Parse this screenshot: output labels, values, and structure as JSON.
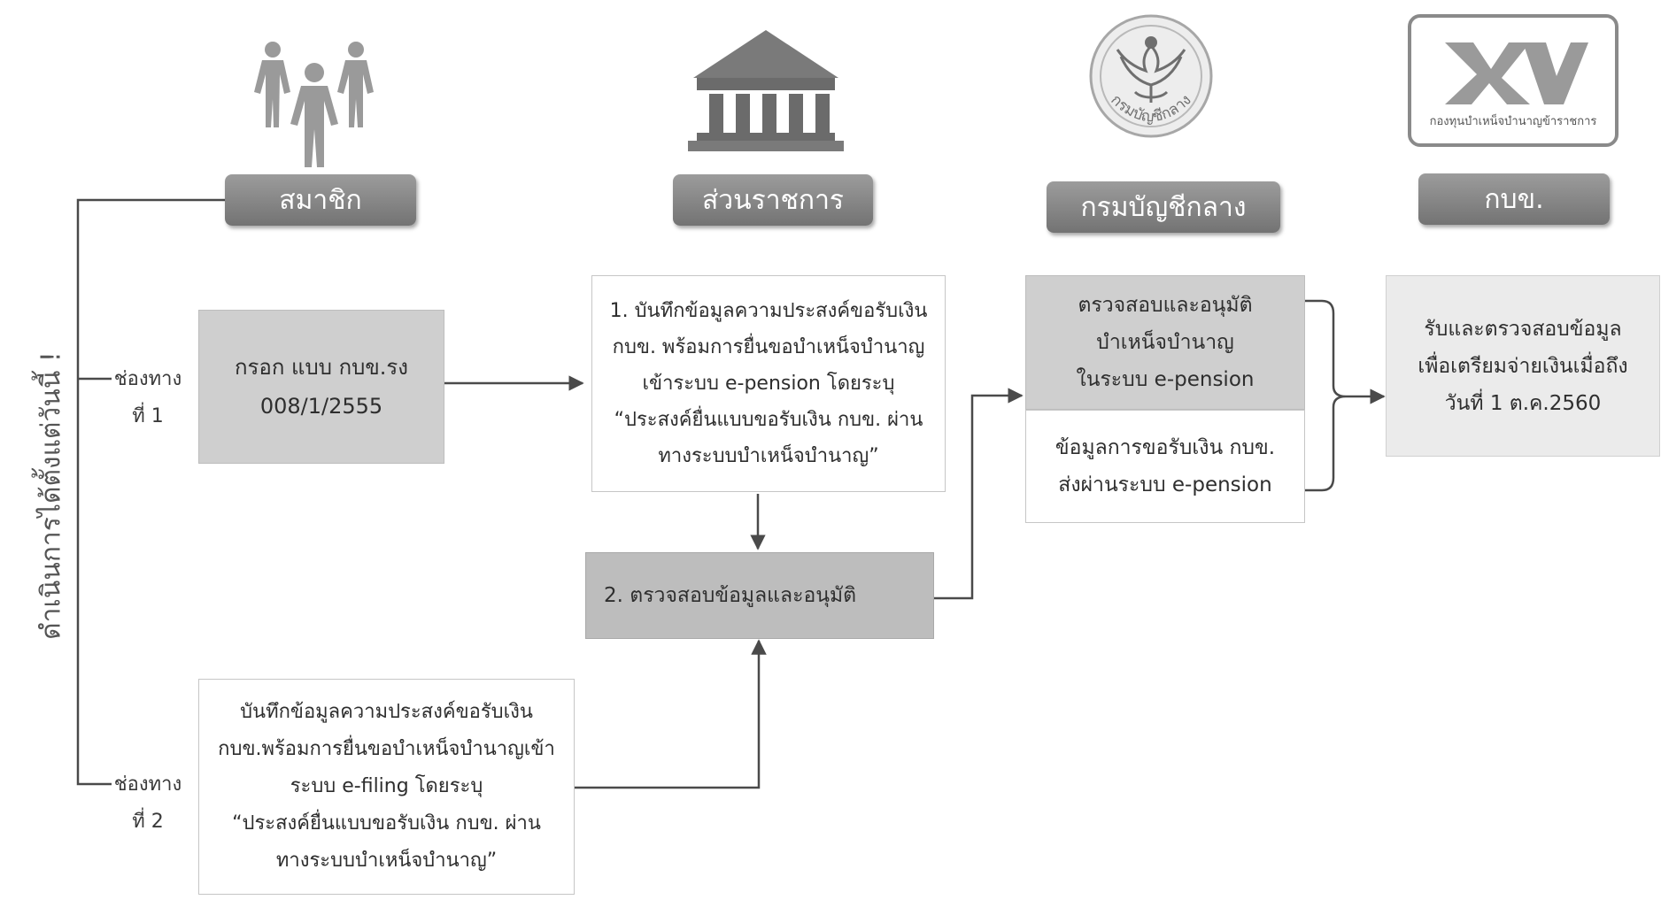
{
  "side_label": "ดำเนินการได้ตั้งแต่วันนี้ !",
  "columns": [
    {
      "header": "สมาชิก",
      "icon": "people-icon"
    },
    {
      "header": "ส่วนราชการ",
      "icon": "government-building-icon"
    },
    {
      "header": "กรมบัญชีกลาง",
      "icon": "comptroller-department-seal-icon",
      "seal_text": "กรมบัญชีกลาง"
    },
    {
      "header": "กบข.",
      "icon": "gpf-logo-icon",
      "logo_text": "กองทุนบำเหน็จบำนาญข้าราชการ"
    }
  ],
  "channels": [
    {
      "line1": "ช่องทาง",
      "line2": "ที่ 1"
    },
    {
      "line1": "ช่องทาง",
      "line2": "ที่ 2"
    }
  ],
  "boxes": {
    "member_form": [
      "กรอก แบบ กบข.รง",
      "008/1/2555"
    ],
    "agency_record": [
      "1. บันทึกข้อมูลความประสงค์ขอรับเงิน",
      "กบข. พร้อมการยื่นขอบำเหน็จบำนาญ",
      "เข้าระบบ e-pension โดยระบุ",
      "“ประสงค์ยื่นแบบขอรับเงิน กบข. ผ่าน",
      "ทางระบบบำเหน็จบำนาญ”"
    ],
    "agency_verify": [
      "2. ตรวจสอบข้อมูลและอนุมัติ"
    ],
    "cgd_approve": [
      "ตรวจสอบและอนุมัติ",
      "บำเหน็จบำนาญ",
      "ในระบบ e-pension"
    ],
    "cgd_send": [
      "ข้อมูลการขอรับเงิน กบข.",
      "ส่งผ่านระบบ e-pension"
    ],
    "gpf_receive": [
      "รับและตรวจสอบข้อมูล",
      "เพื่อเตรียมจ่ายเงินเมื่อถึง",
      "วันที่ 1 ต.ค.2560"
    ],
    "member_efiling": [
      "บันทึกข้อมูลความประสงค์ขอรับเงิน",
      "กบข.พร้อมการยื่นขอบำเหน็จบำนาญเข้า",
      "ระบบ e-filing โดยระบุ",
      "“ประสงค์ยื่นแบบขอรับเงิน กบข. ผ่าน",
      "ทางระบบบำเหน็จบำนาญ”"
    ]
  },
  "colors": {
    "header_pill": "#808080",
    "connector": "#4a4a4a",
    "box_gray": "#cfcfcf",
    "box_dark": "#bdbdbd",
    "box_light": "#ebebeb"
  }
}
